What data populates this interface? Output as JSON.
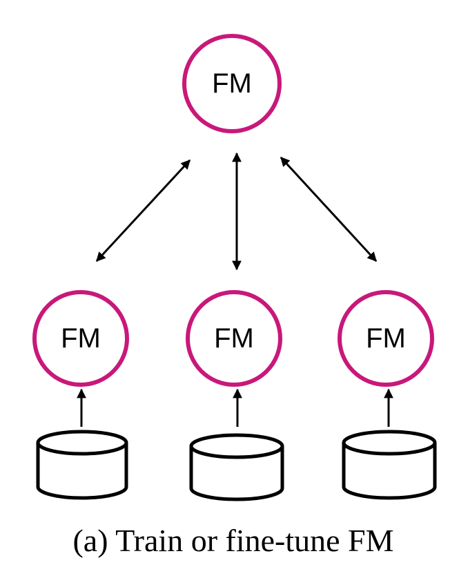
{
  "diagram": {
    "global_model": {
      "label": "FM"
    },
    "local_models": [
      {
        "label": "FM"
      },
      {
        "label": "FM"
      },
      {
        "label": "FM"
      }
    ],
    "caption": "(a) Train or fine-tune FM"
  },
  "colors": {
    "model_ring": "#c8187a",
    "stroke": "#000000",
    "text": "#000000"
  }
}
